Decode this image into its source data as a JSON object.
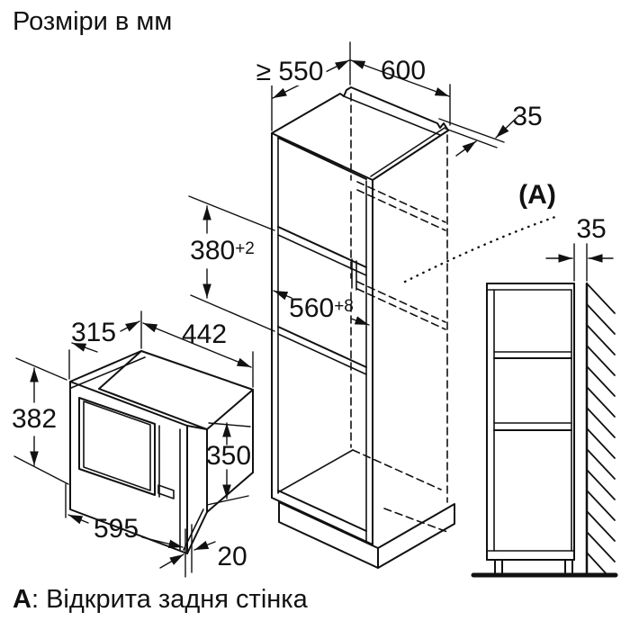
{
  "title": "Розміри в мм",
  "legend": {
    "key": "А",
    "text": ": Відкрита задня стінка"
  },
  "cabinet": {
    "depth_min": "≥ 550",
    "width": "600",
    "top_rail": "35",
    "niche_height": "380",
    "niche_height_tol": "+2",
    "niche_width": "560",
    "niche_width_tol": "+8",
    "section_label": "(А)"
  },
  "appliance": {
    "depth": "315",
    "body_width": "442",
    "front_height": "382",
    "body_height": "350",
    "front_width": "595",
    "front_offset": "20"
  },
  "side_view": {
    "wall_gap": "35"
  },
  "colors": {
    "line": "#111111",
    "background": "#ffffff"
  }
}
